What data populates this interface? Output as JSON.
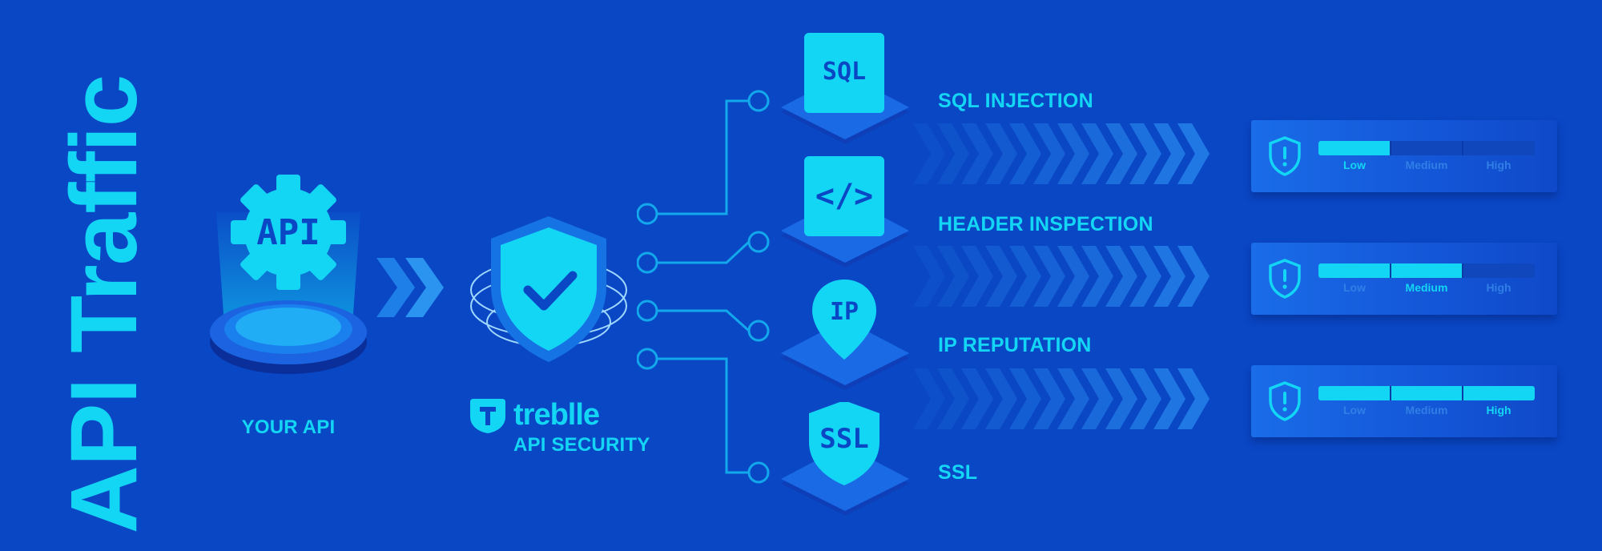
{
  "side_title": "API Traffic",
  "your_api": {
    "icon_text": "API",
    "label": "YOUR API"
  },
  "brand": {
    "name": "treblle",
    "subtitle": "API SECURITY"
  },
  "checks": [
    {
      "icon_text": "SQL",
      "label": "SQL INJECTION"
    },
    {
      "icon_text": "</>",
      "label": "HEADER INSPECTION"
    },
    {
      "icon_text": "IP",
      "label": "IP REPUTATION"
    },
    {
      "icon_text": "SSL",
      "label": "SSL"
    }
  ],
  "risk_panels": [
    {
      "levels": [
        "Low",
        "Medium",
        "High"
      ],
      "active": "Low",
      "fill": 0.333
    },
    {
      "levels": [
        "Low",
        "Medium",
        "High"
      ],
      "active": "Medium",
      "fill": 0.667
    },
    {
      "levels": [
        "Low",
        "Medium",
        "High"
      ],
      "active": "High",
      "fill": 1.0
    }
  ],
  "colors": {
    "background": "#0a47c5",
    "accent": "#13d6f5",
    "panel": "#1a6ce8"
  }
}
